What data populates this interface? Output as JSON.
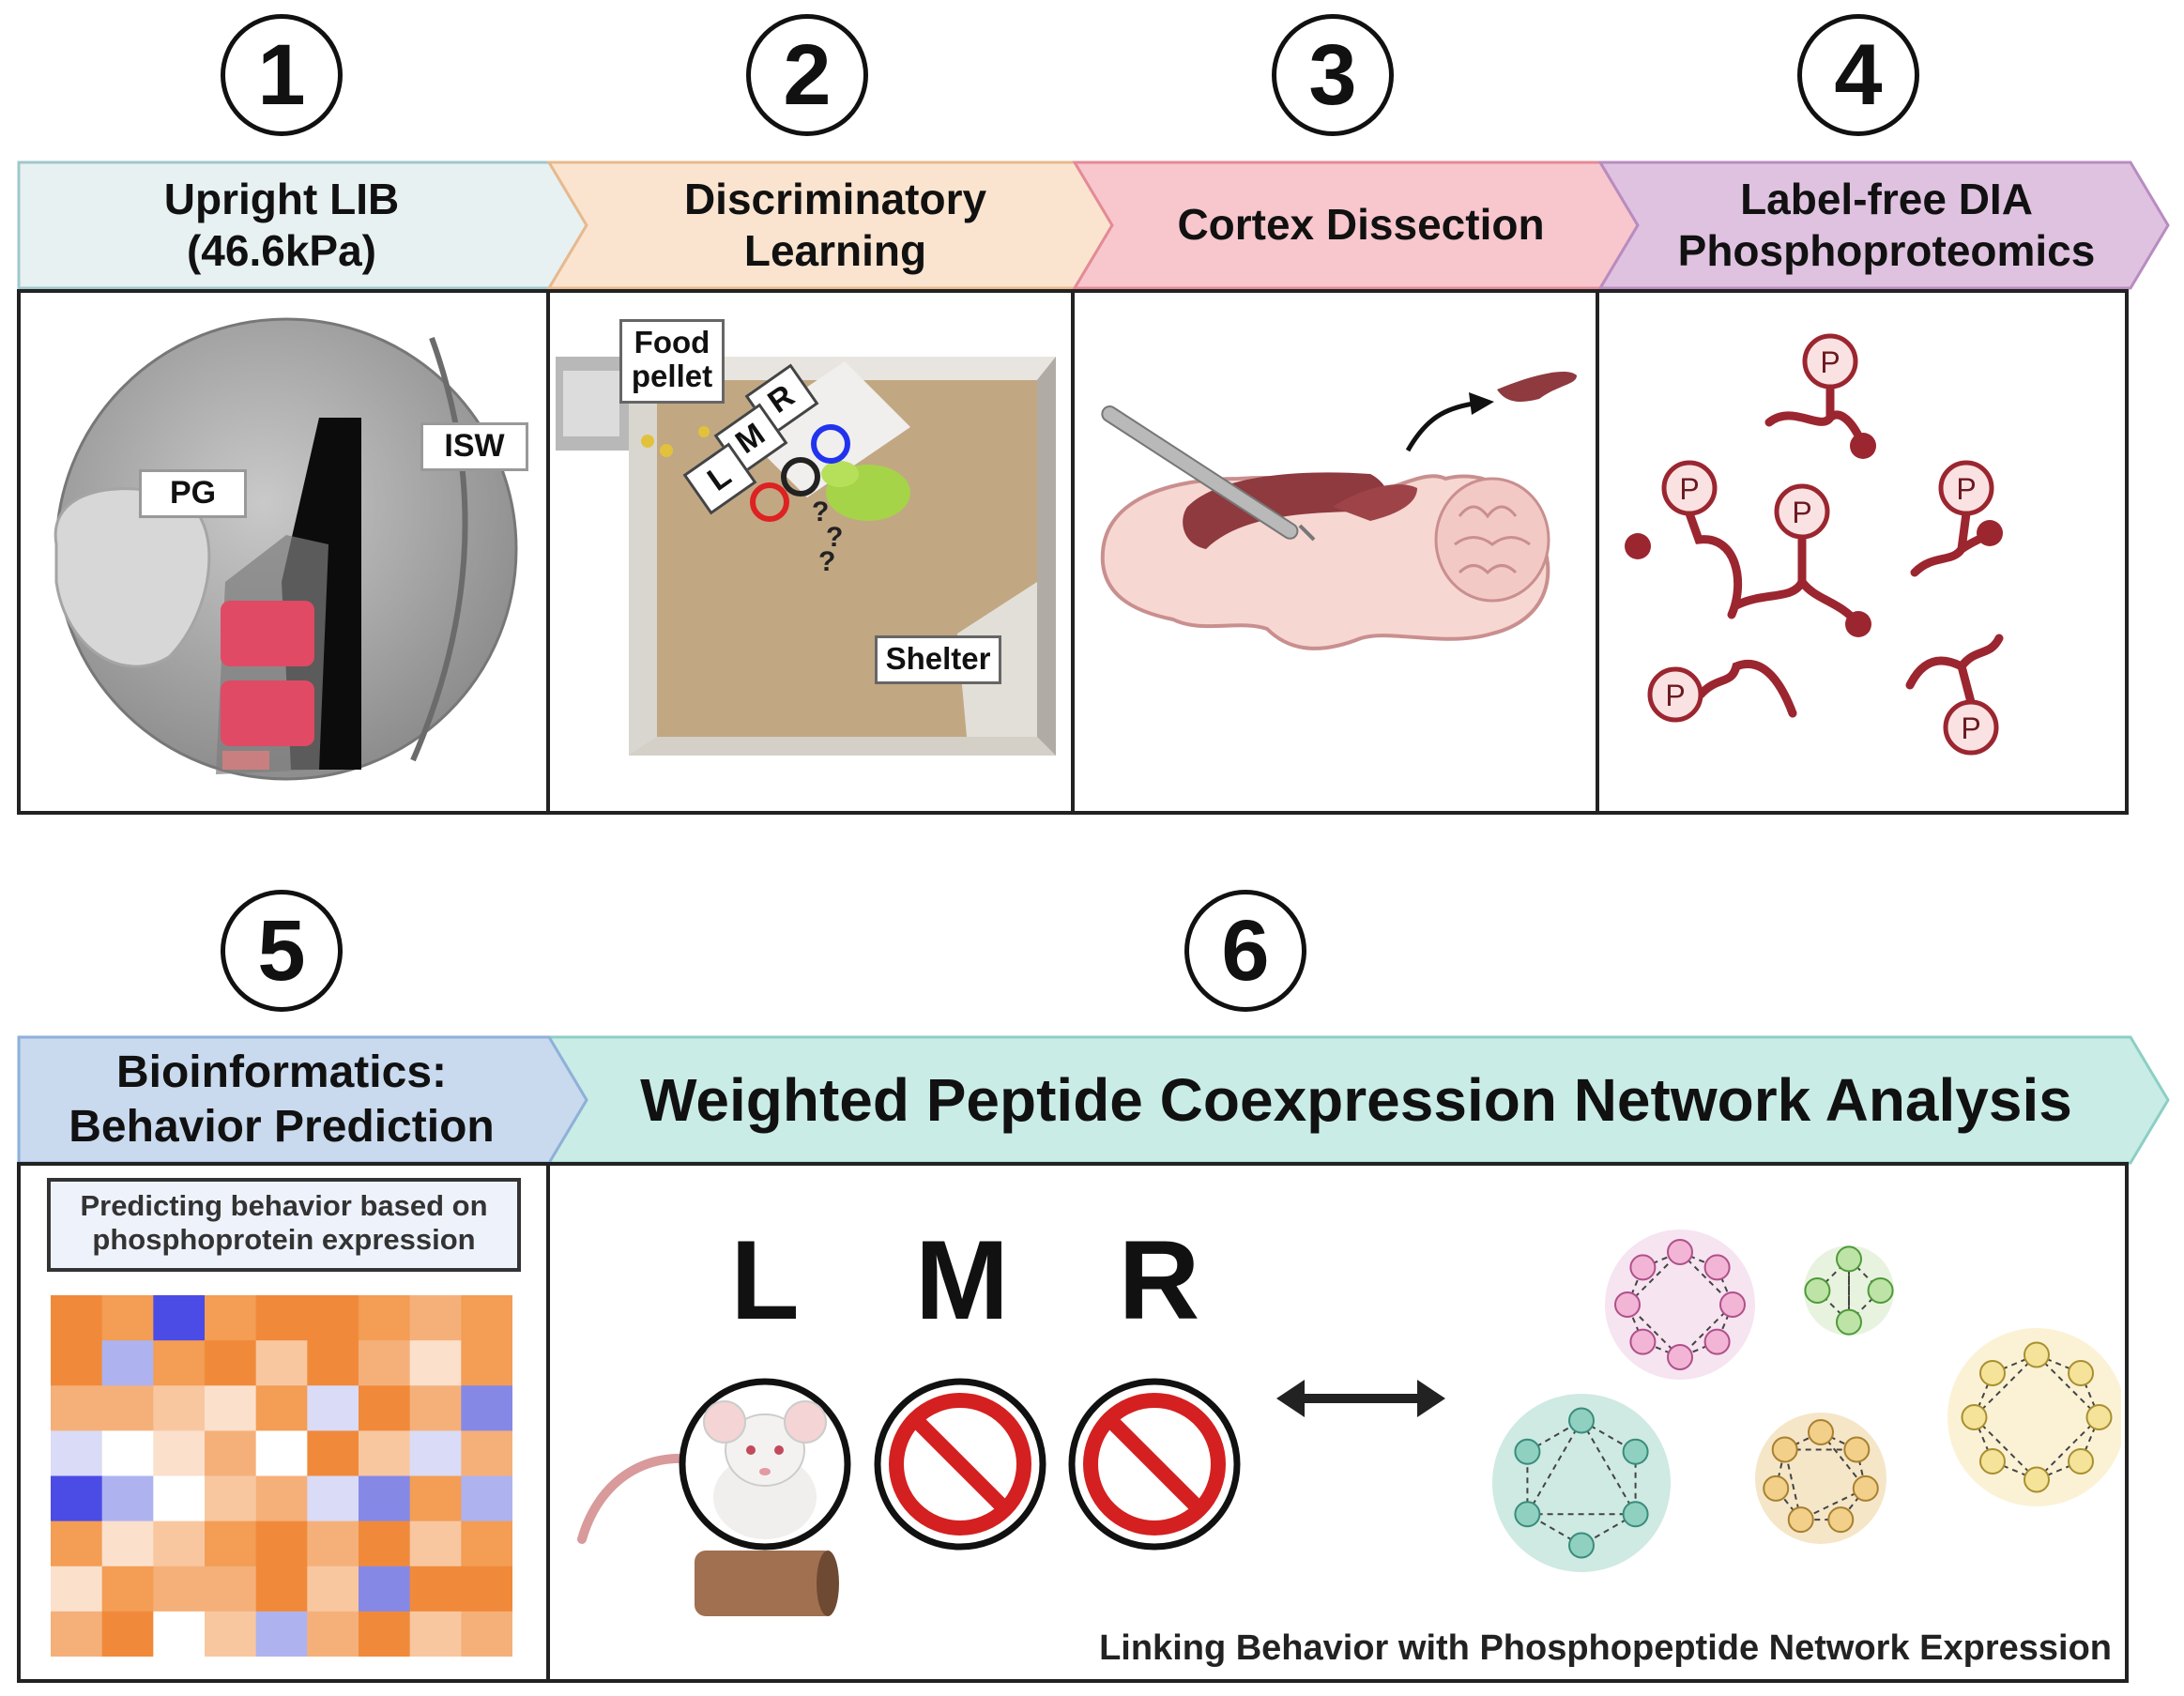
{
  "steps": [
    {
      "number": "1",
      "title": "Upright LIB\n(46.6kPa)",
      "color": "#e8f1f2"
    },
    {
      "number": "2",
      "title": "Discriminatory\nLearning",
      "color": "#fbe4cf"
    },
    {
      "number": "3",
      "title": "Cortex Dissection",
      "color": "#f7c7cd"
    },
    {
      "number": "4",
      "title": "Label-free DIA\nPhosphoproteomics",
      "color": "#dfc2e0"
    },
    {
      "number": "5",
      "title": "Bioinformatics:\nBehavior Prediction",
      "color": "#c9daee"
    },
    {
      "number": "6",
      "title": "Weighted Peptide Coexpression Network Analysis",
      "color": "#c9ece6"
    }
  ],
  "panel1": {
    "labels": {
      "pg": "PG",
      "isw": "ISW"
    }
  },
  "panel2": {
    "labels": {
      "food": "Food\npellet",
      "shelter": "Shelter",
      "r": "R",
      "m": "M",
      "l": "L"
    }
  },
  "panel4": {
    "phospho_label": "P"
  },
  "panel5": {
    "box_text": "Predicting behavior based on\nphosphoprotein expression"
  },
  "panel6": {
    "letters": {
      "l": "L",
      "m": "M",
      "r": "R"
    },
    "caption": "Linking Behavior with Phosphopeptide Network Expression"
  }
}
